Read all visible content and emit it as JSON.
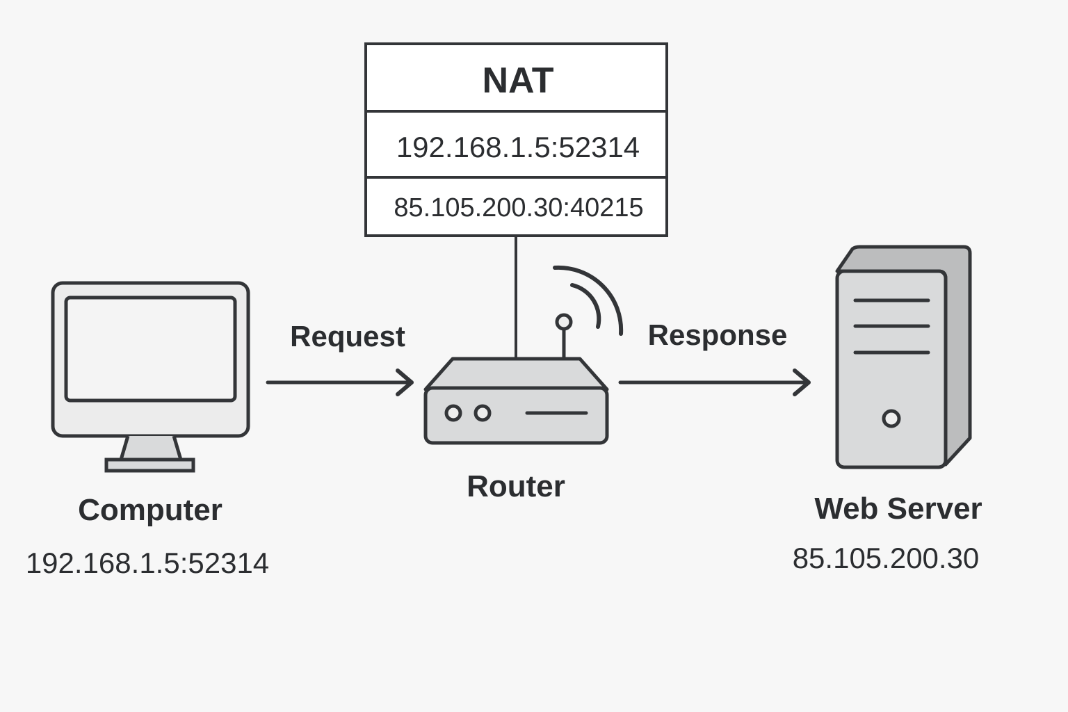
{
  "nat_table": {
    "title": "NAT",
    "private_endpoint": "192.168.1.5:52314",
    "public_endpoint": "85.105.200.30:40215"
  },
  "computer": {
    "label": "Computer",
    "address": "192.168.1.5:52314",
    "icon": "monitor-icon"
  },
  "router": {
    "label": "Router",
    "icon": "router-icon"
  },
  "web_server": {
    "label": "Web Server",
    "address": "85.105.200.30",
    "icon": "server-tower-icon"
  },
  "arrows": {
    "request_label": "Request",
    "response_label": "Response"
  },
  "colors": {
    "background": "#f7f7f7",
    "stroke": "#333538",
    "device_fill": "#d9dadb",
    "screen_fill": "#eeeeee"
  }
}
